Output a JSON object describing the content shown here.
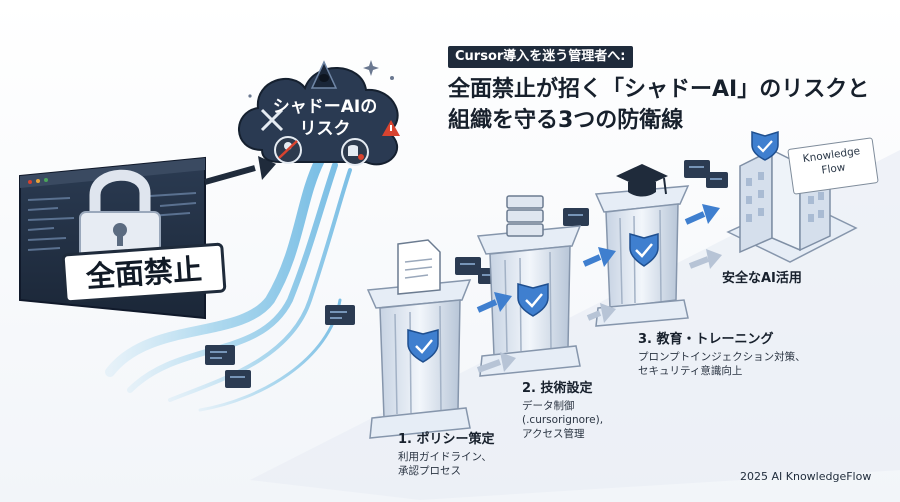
{
  "kicker": "Cursor導入を迷う管理者へ:",
  "headline": {
    "line1": "全面禁止が招く「シャドーAI」のリスクと",
    "line2": "組織を守る3つの防衛線"
  },
  "cloud": {
    "line1": "シャドーAIの",
    "line2": "リスク"
  },
  "ban_label": "全面禁止",
  "steps": [
    {
      "title": "1. ポリシー策定",
      "desc1": "利用ガイドライン、",
      "desc2": "承認プロセス"
    },
    {
      "title": "2. 技術設定",
      "desc1": "データ制御",
      "desc2": "(.cursorignore),",
      "desc3": "アクセス管理"
    },
    {
      "title": "3. 教育・トレーニング",
      "desc1": "プロンプトインジェクション対策、",
      "desc2": "セキュリティ意識向上"
    }
  ],
  "building_sign": {
    "line1": "Knowledge",
    "line2": "Flow"
  },
  "goal": "安全なAI活用",
  "footer": "2025 AI KnowledgeFlow",
  "icons": [
    "lock-icon",
    "hooded-figure-icon",
    "tools-icon",
    "warning-icon",
    "blocked-user-icon",
    "database-icon",
    "document-icon",
    "server-icon",
    "graduation-cap-icon",
    "shield-check-icon",
    "building-icon",
    "sparkle-icon"
  ],
  "colors": {
    "dark": "#1f2b3b",
    "accent_blue": "#3f7fcf",
    "pillar": "#dfe7f2",
    "warning": "#d8432f"
  }
}
